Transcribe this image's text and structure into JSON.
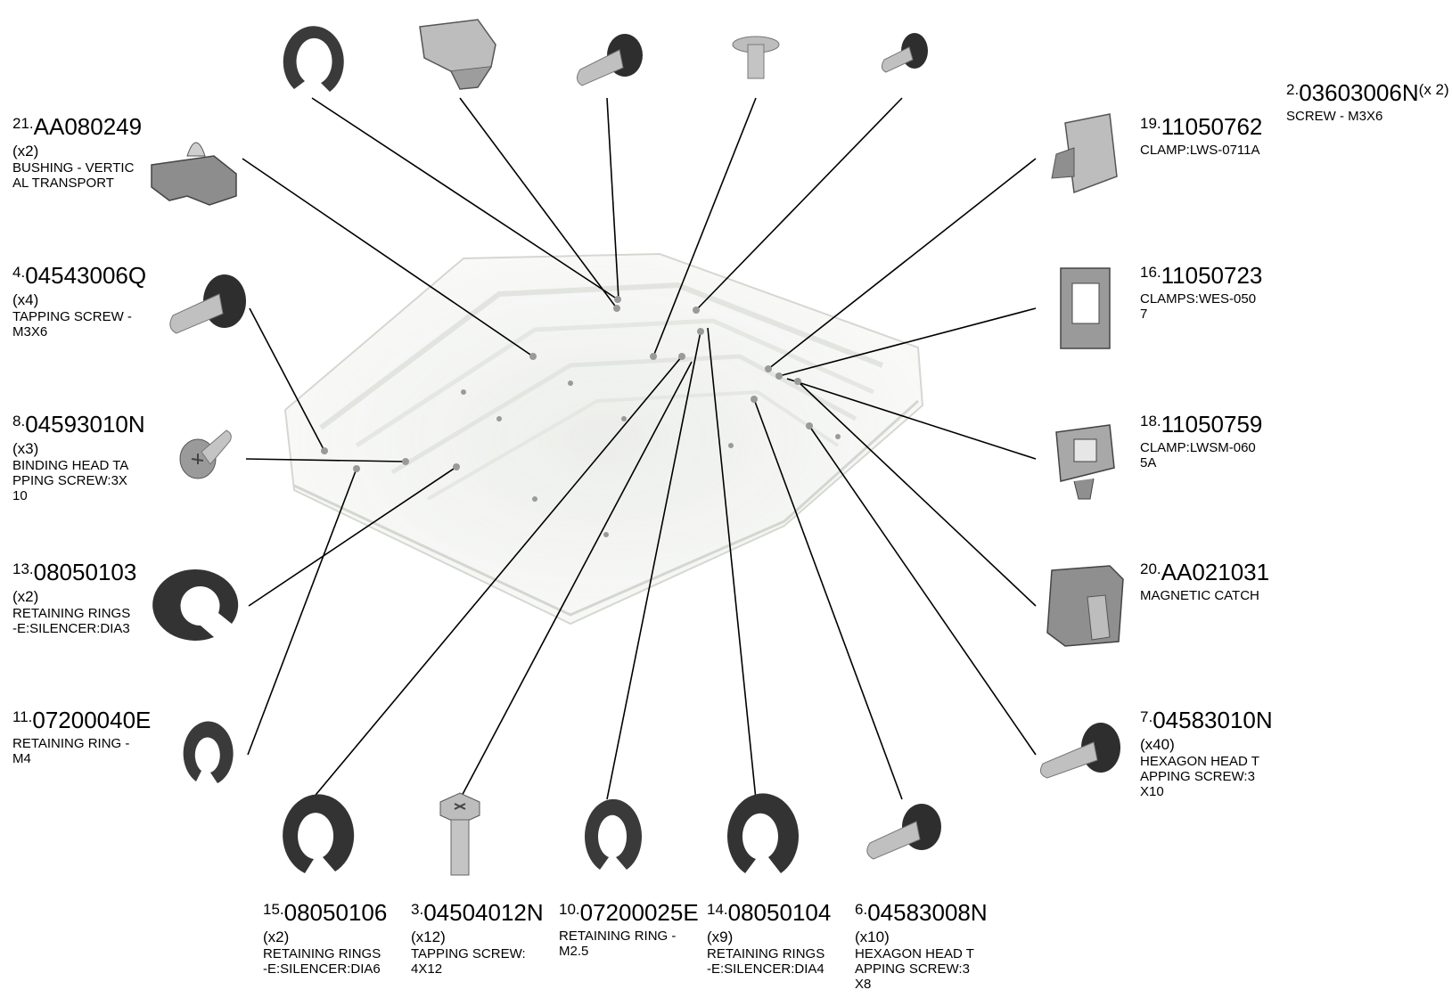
{
  "parts": [
    {
      "num": "21.",
      "pn": "AA080249",
      "qty": "(x2)",
      "desc": "BUSHING - VERTIC\nAL TRANSPORT"
    },
    {
      "num": "4.",
      "pn": "04543006Q",
      "qty": "(x4)",
      "desc": "TAPPING SCREW -\n M3X6"
    },
    {
      "num": "8.",
      "pn": "04593010N",
      "qty": "(x3)",
      "desc": "BINDING HEAD TA\nPPING SCREW:3X\n10"
    },
    {
      "num": "13.",
      "pn": "08050103",
      "qty": "(x2)",
      "desc": "RETAINING RINGS\n-E:SILENCER:DIA3"
    },
    {
      "num": "11.",
      "pn": "07200040E",
      "qty": "",
      "desc": "RETAINING RING -\nM4"
    },
    {
      "num": "2.",
      "pn": "03603006N",
      "qty": "(x 2)",
      "desc": "SCREW - M3X6"
    },
    {
      "num": "19.",
      "pn": "11050762",
      "qty": "",
      "desc": "CLAMP:LWS-0711A"
    },
    {
      "num": "16.",
      "pn": "11050723",
      "qty": "",
      "desc": "CLAMPS:WES-050\n7"
    },
    {
      "num": "18.",
      "pn": "11050759",
      "qty": "",
      "desc": "CLAMP:LWSM-060\n5A"
    },
    {
      "num": "20.",
      "pn": "AA021031",
      "qty": "",
      "desc": "MAGNETIC CATCH"
    },
    {
      "num": "7.",
      "pn": "04583010N",
      "qty": "(x40)",
      "desc": "HEXAGON HEAD T\nAPPING SCREW:3\nX10"
    },
    {
      "num": "15.",
      "pn": "08050106",
      "qty": "(x2)",
      "desc": "RETAINING RINGS\n-E:SILENCER:DIA6"
    },
    {
      "num": "3.",
      "pn": "04504012N",
      "qty": "(x12)",
      "desc": "TAPPING SCREW:\n4X12"
    },
    {
      "num": "10.",
      "pn": "07200025E",
      "qty": "",
      "desc": "RETAINING RING -\nM2.5"
    },
    {
      "num": "14.",
      "pn": "08050104",
      "qty": "(x9)",
      "desc": "RETAINING RINGS\n-E:SILENCER:DIA4"
    },
    {
      "num": "6.",
      "pn": "04583008N",
      "qty": "(x10)",
      "desc": "HEXAGON HEAD T\nAPPING SCREW:3\nX8"
    }
  ]
}
